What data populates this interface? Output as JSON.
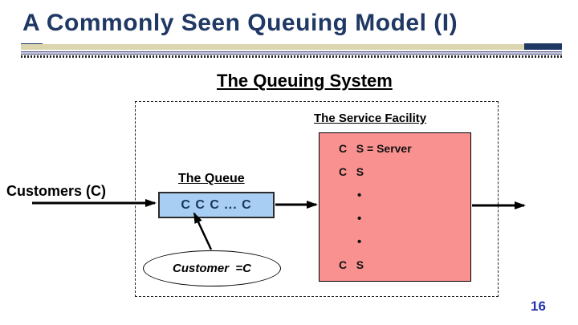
{
  "slide": {
    "title": "A Commonly Seen Queuing Model (I)",
    "page_number": "16"
  },
  "diagram": {
    "heading": "The Queuing System",
    "service_facility_label": "The Service Facility",
    "queue_label": "The Queue",
    "customers_label": "Customers (C)",
    "queue_box_text": "C C C ... C",
    "customer_ellipse_text": "Customer  =C",
    "server_box": {
      "rows": [
        "C   S = Server",
        "C   S",
        "•",
        "•",
        "•",
        "C   S"
      ]
    }
  },
  "colors": {
    "title_navy": "#1F3864",
    "accent_tan": "#DCD6AE",
    "accent_lavender": "#C9C9E6",
    "server_box_fill": "#FA9191",
    "queue_box_fill": "#A8CEF4",
    "queue_text_navy": "#17375E",
    "page_number_blue": "#2433B0"
  }
}
